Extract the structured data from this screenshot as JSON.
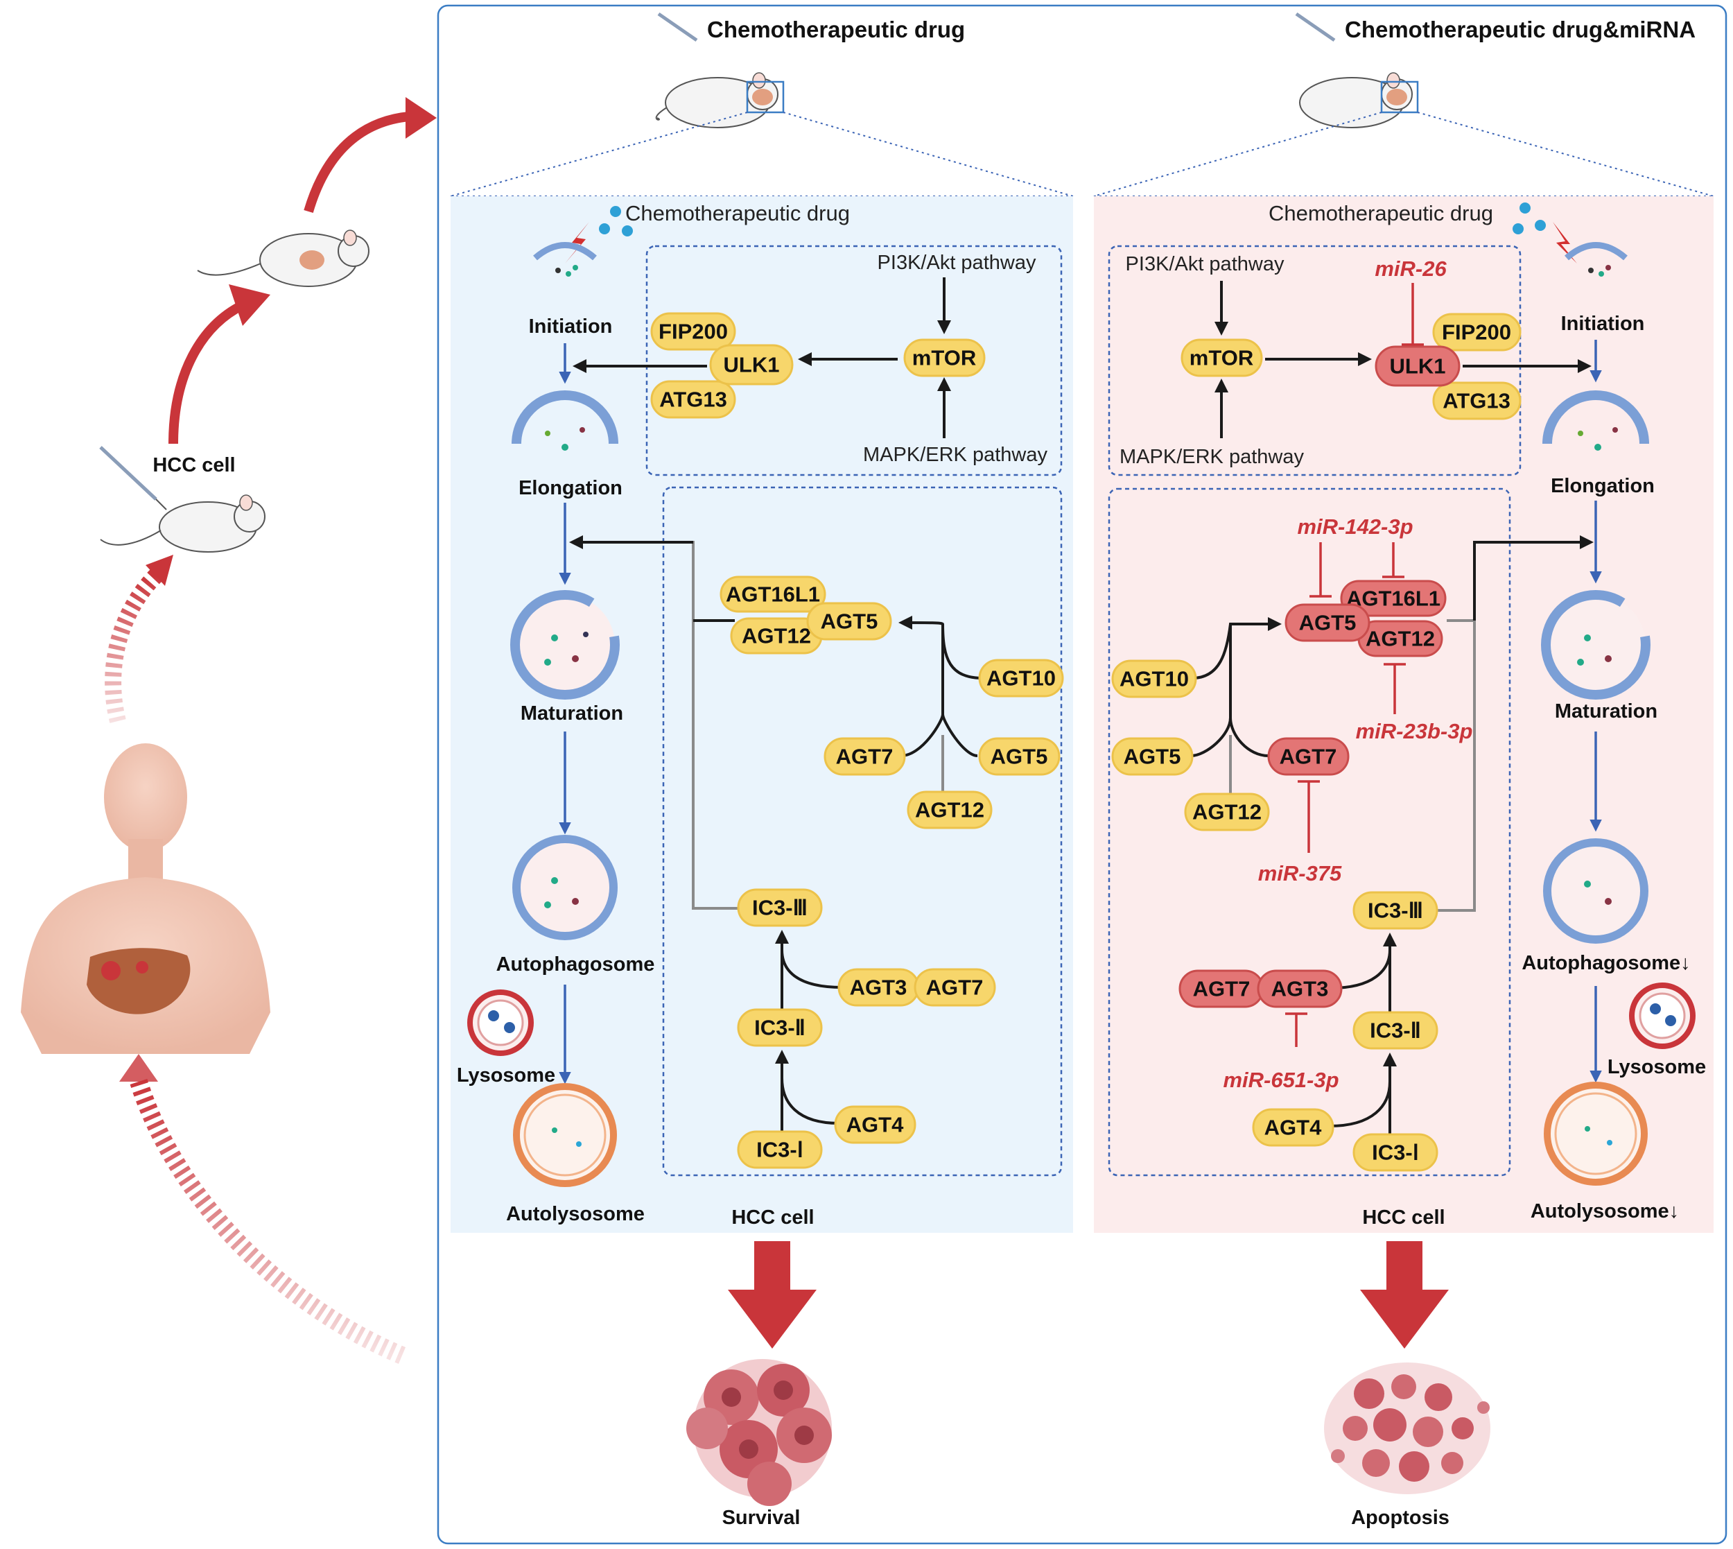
{
  "header": {
    "left_title": "Chemotherapeutic drug",
    "right_title": "Chemotherapeutic drug&miRNA"
  },
  "left_side": {
    "hcc_cell_label": "HCC cell"
  },
  "left_panel": {
    "drug_label": "Chemotherapeutic drug",
    "stages": [
      "Initiation",
      "Elongation",
      "Maturation",
      "Autophagosome",
      "Lysosome",
      "Autolysosome"
    ],
    "pathway_top": "PI3K/Akt pathway",
    "pathway_bottom": "MAPK/ERK pathway",
    "proteins": {
      "mtor": "mTOR",
      "ulk1": "ULK1",
      "fip200": "FIP200",
      "atg13": "ATG13",
      "agt16l1": "AGT16L1",
      "agt12_complex": "AGT12",
      "agt5_complex": "AGT5",
      "agt10": "AGT10",
      "agt7": "AGT7",
      "agt5": "AGT5",
      "agt12": "AGT12",
      "ic3_iii": "IC3-Ⅲ",
      "ic3_ii": "IC3-Ⅱ",
      "ic3_i": "IC3-Ⅰ",
      "agt3": "AGT3",
      "agt7b": "AGT7",
      "agt4": "AGT4"
    },
    "cell_label": "HCC cell",
    "outcome": "Survival"
  },
  "right_panel": {
    "drug_label": "Chemotherapeutic drug",
    "stages": [
      "Initiation",
      "Elongation",
      "Maturation",
      "Autophagosome↓",
      "Lysosome",
      "Autolysosome↓"
    ],
    "pathway_top": "PI3K/Akt pathway",
    "pathway_bottom": "MAPK/ERK pathway",
    "mirnas": [
      "miR-26",
      "miR-142-3p",
      "miR-23b-3p",
      "miR-375",
      "miR-651-3p"
    ],
    "proteins": {
      "mtor": "mTOR",
      "ulk1": "ULK1",
      "fip200": "FIP200",
      "atg13": "ATG13",
      "agt16l1": "AGT16L1",
      "agt12_complex": "AGT12",
      "agt5_complex": "AGT5",
      "agt10": "AGT10",
      "agt5": "AGT5",
      "agt12": "AGT12",
      "agt7": "AGT7",
      "ic3_iii": "IC3-Ⅲ",
      "ic3_ii": "IC3-Ⅱ",
      "ic3_i": "IC3-Ⅰ",
      "agt7b": "AGT7",
      "agt3": "AGT3",
      "agt4": "AGT4"
    },
    "cell_label": "HCC cell",
    "outcome": "Apoptosis"
  },
  "colors": {
    "left_bg": "#eaf4fc",
    "right_bg": "#fcecec",
    "frame": "#3b7dc4",
    "pill_yellow": "#f7d66b",
    "pill_red": "#e37575",
    "inhibit": "#c9353a",
    "big_arrow": "#c9353a"
  }
}
